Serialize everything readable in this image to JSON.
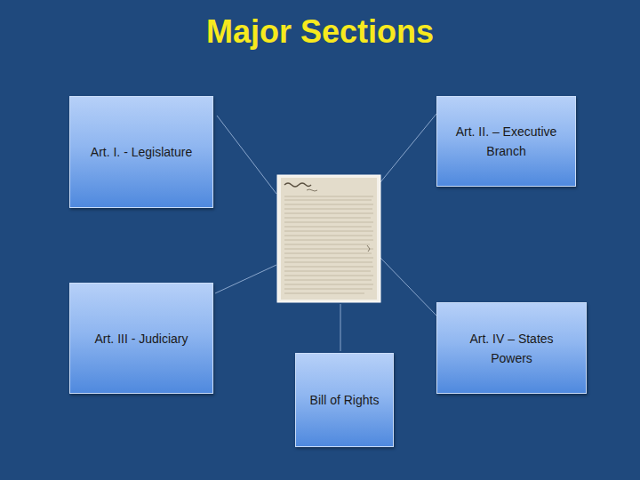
{
  "diagram": {
    "title": "Major Sections",
    "nodes": [
      {
        "text": [
          "Art. I. - Legislature"
        ]
      },
      {
        "text": [
          "Art. II. – Executive Branch"
        ]
      },
      {
        "text": [
          "Art. III - Judiciary"
        ]
      },
      {
        "text": [
          "Art. IV – States Powers"
        ]
      },
      {
        "text": [
          "Bill of Rights"
        ]
      }
    ]
  }
}
